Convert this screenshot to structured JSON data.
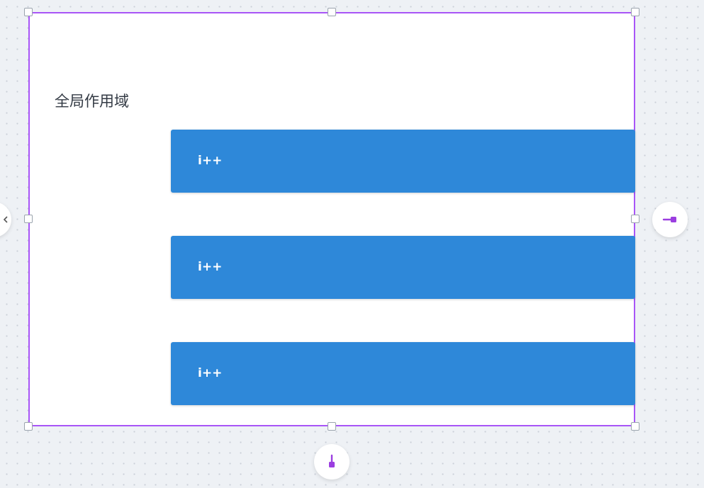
{
  "frame": {
    "title": "全局作用域",
    "blocks": [
      {
        "label": "i++"
      },
      {
        "label": "i++"
      },
      {
        "label": "i++"
      }
    ]
  },
  "colors": {
    "canvas_bg": "#eef1f5",
    "selection_border": "#a855f7",
    "block_fill": "#2e88d9",
    "connector_accent": "#9b3ee0"
  },
  "icons": {
    "right_connector": "connector-right-icon",
    "bottom_connector": "connector-down-icon",
    "left_connector": "connector-left-icon"
  }
}
